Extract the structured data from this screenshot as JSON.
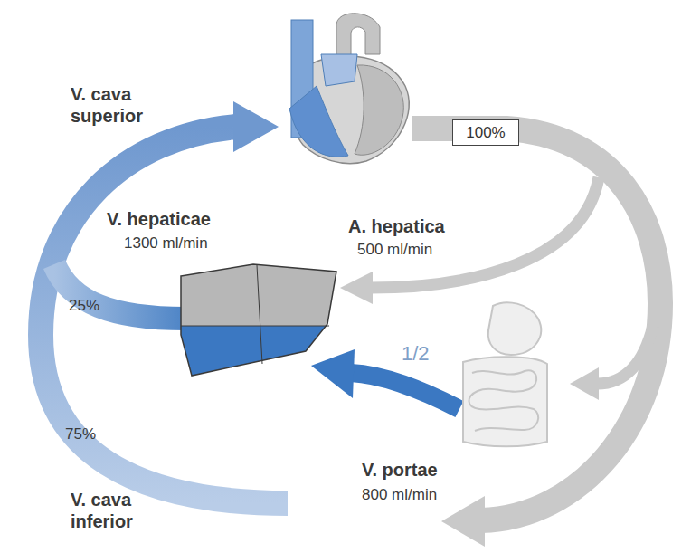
{
  "diagram": {
    "nodes": [
      {
        "text": [
          "100%"
        ]
      }
    ],
    "labels": [
      "V. cava superior",
      "V. hepaticae",
      "1300 ml/min",
      "A. hepatica",
      "500 ml/min",
      "25%",
      "1/2",
      "75%",
      "V. portae",
      "800 ml/min",
      "V. cava inferior"
    ]
  }
}
